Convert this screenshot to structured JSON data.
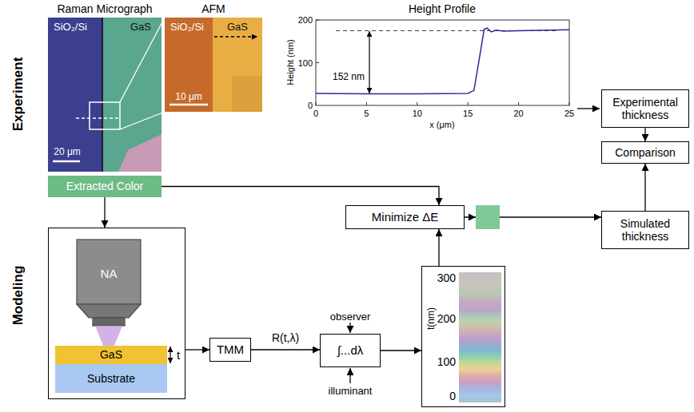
{
  "diagram": {
    "nodes": [
      {
        "text": [
          "Extracted Color"
        ]
      },
      {
        "text": [
          "Experimental thickness"
        ]
      },
      {
        "text": [
          "Comparison"
        ]
      },
      {
        "text": [
          "Minimize ΔE"
        ]
      },
      {
        "text": [
          "Simulated thickness"
        ]
      },
      {
        "text": [
          "NA",
          "t"
        ]
      },
      {
        "text": [
          "GaS"
        ],
        "in": 5
      },
      {
        "text": [
          "Substrate"
        ],
        "in": 5
      },
      {
        "text": [
          "TMM"
        ]
      },
      {
        "text": [
          "∫...dλ"
        ]
      },
      {
        "text": [
          "t(nm)",
          "300",
          "200",
          "100",
          "0"
        ]
      }
    ],
    "edges": [
      {
        "from": 0,
        "to": 5,
        "arrow": "to"
      },
      {
        "from": 0,
        "to": 3,
        "arrow": "to"
      },
      {
        "from": 10,
        "to": 3,
        "arrow": "to"
      },
      {
        "from": 3,
        "to": 4,
        "arrow": "to"
      },
      {
        "from": 1,
        "to": 2,
        "arrow": "to"
      },
      {
        "from": 4,
        "to": 2,
        "arrow": "to"
      },
      {
        "from": 5,
        "to": 8,
        "arrow": "to"
      },
      {
        "from": 8,
        "to": 9,
        "label": "R(t,λ)",
        "arrow": "to"
      },
      {
        "from": 9,
        "to": 10,
        "arrow": "to"
      }
    ],
    "labels": [
      "Experiment",
      "Modeling",
      "Raman Micrograph",
      "SiO₂/Si",
      "GaS",
      "20 μm",
      "AFM",
      "SiO₂/Si",
      "GaS",
      "10 μm",
      "Height Profile",
      "Height (nm)",
      "200",
      "100",
      "0",
      "0",
      "5",
      "10",
      "15",
      "20",
      "25",
      "x (μm)",
      "152 nm",
      "observer",
      "illuminant"
    ]
  }
}
